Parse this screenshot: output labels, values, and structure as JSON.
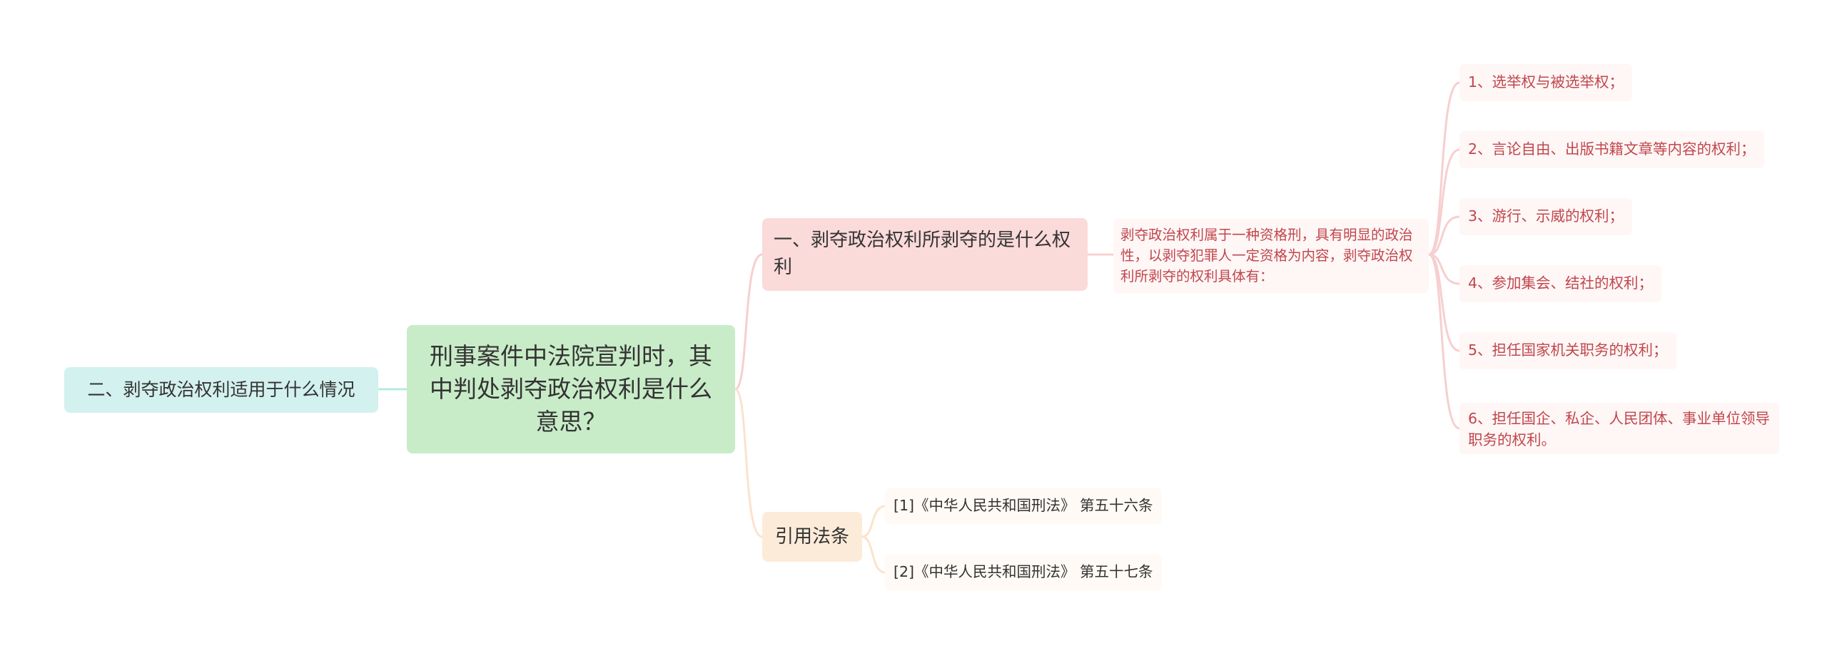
{
  "colors": {
    "root_bg": "#c8ecc8",
    "left_bg": "#d3f1ee",
    "topic1_bg": "#fbdada",
    "topic2_bg": "#fdebd9",
    "leaf_bg": "#fff6f6",
    "leaf_text": "#c0474c",
    "line_green": "#c8ecc8",
    "line_pink": "#f7cfcf",
    "line_peach": "#fbe3cc",
    "line_teal": "#b8e8e2"
  },
  "root": {
    "text": "刑事案件中法院宣判时，其中判处剥夺政治权利是什么意思？"
  },
  "left_topic": {
    "text": "二、剥夺政治权利适用于什么情况"
  },
  "topic1": {
    "text": "一、剥夺政治权利所剥夺的是什么权利",
    "description": "剥夺政治权利属于一种资格刑，具有明显的政治性，以剥夺犯罪人一定资格为内容，剥夺政治权利所剥夺的权利具体有：",
    "items": [
      "1、选举权与被选举权；",
      "2、言论自由、出版书籍文章等内容的权利；",
      "3、游行、示威的权利；",
      "4、参加集会、结社的权利；",
      "5、担任国家机关职务的权利；",
      "6、担任国企、私企、人民团体、事业单位领导职务的权利。"
    ]
  },
  "topic2": {
    "text": "引用法条",
    "refs": [
      "[1]《中华人民共和国刑法》 第五十六条",
      "[2]《中华人民共和国刑法》 第五十七条"
    ]
  }
}
